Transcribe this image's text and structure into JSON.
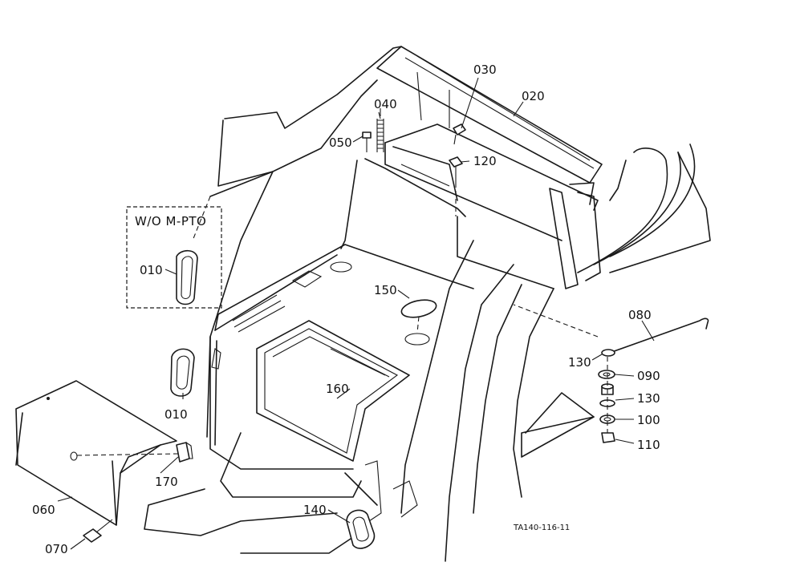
{
  "inset_label": "W/O  M-PTO",
  "drawing_code": "TA140-116-11",
  "parts": {
    "p010_inset": "010",
    "p010": "010",
    "p020": "020",
    "p030": "030",
    "p040": "040",
    "p050": "050",
    "p060": "060",
    "p070": "070",
    "p080": "080",
    "p090": "090",
    "p100": "100",
    "p110": "110",
    "p120": "120",
    "p130a": "130",
    "p130b": "130",
    "p140": "140",
    "p150": "150",
    "p160": "160",
    "p170": "170"
  }
}
